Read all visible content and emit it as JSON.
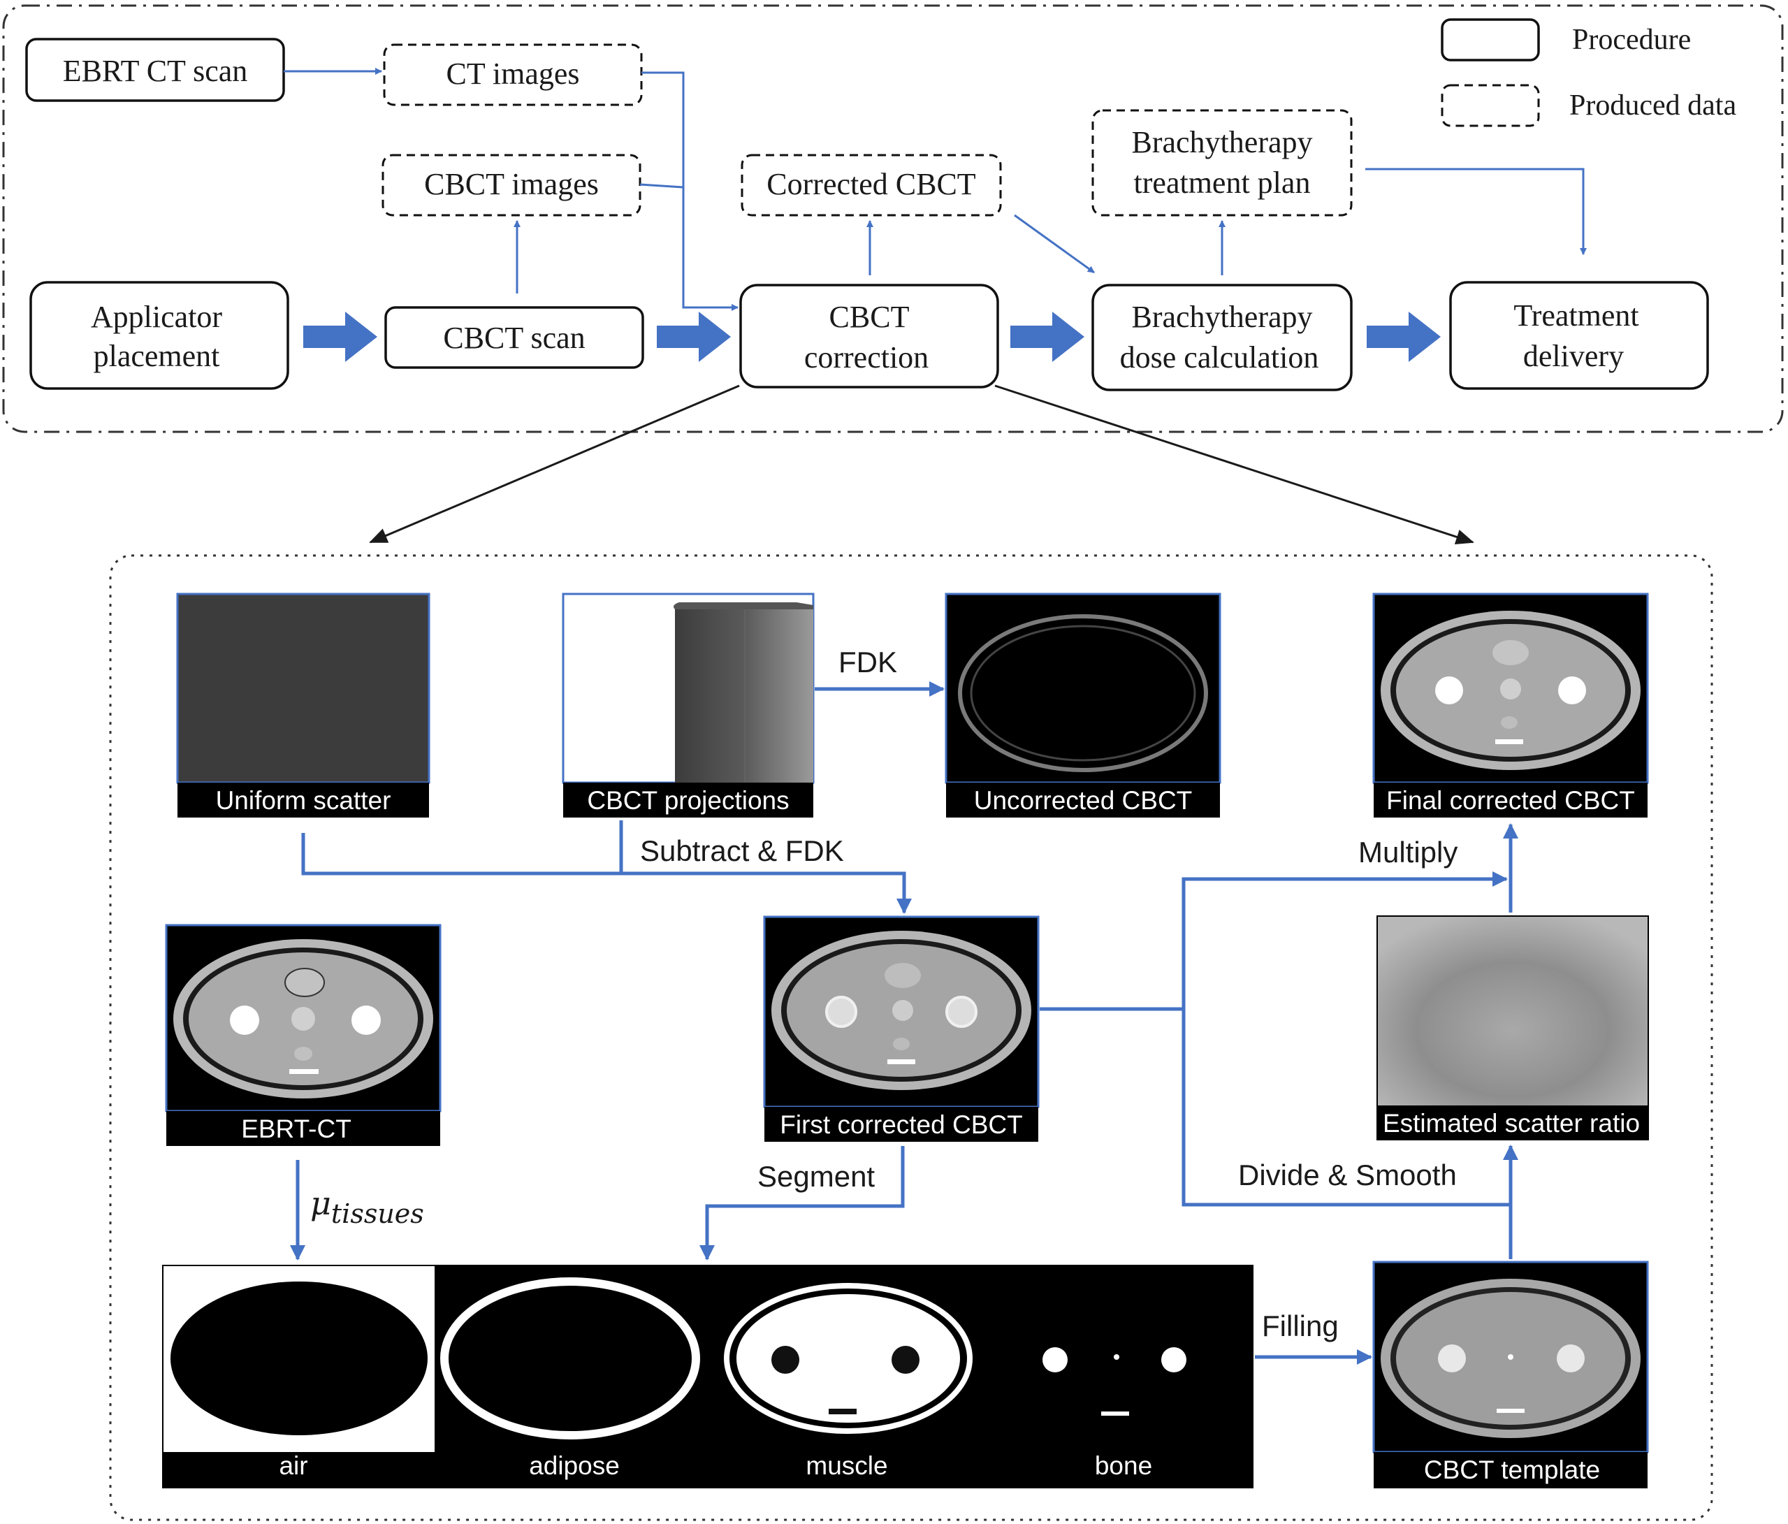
{
  "legend": {
    "procedure": "Procedure",
    "produced_data": "Produced data"
  },
  "workflow": {
    "ebrt_ct_scan": "EBRT CT scan",
    "ct_images": "CT images",
    "cbct_images": "CBCT images",
    "corrected_cbct": "Corrected CBCT",
    "brachy_plan_line1": "Brachytherapy",
    "brachy_plan_line2": "treatment plan",
    "applicator_line1": "Applicator",
    "applicator_line2": "placement",
    "cbct_scan": "CBCT scan",
    "cbct_correction_line1": "CBCT",
    "cbct_correction_line2": "correction",
    "dose_calc_line1": "Brachytherapy",
    "dose_calc_line2": "dose calculation",
    "treatment_line1": "Treatment",
    "treatment_line2": "delivery"
  },
  "correction": {
    "captions": {
      "uniform_scatter": "Uniform scatter",
      "cbct_projections": "CBCT projections",
      "uncorrected_cbct": "Uncorrected CBCT",
      "final_corrected_cbct": "Final corrected CBCT",
      "ebrt_ct": "EBRT-CT",
      "first_corrected_cbct": "First corrected CBCT",
      "estimated_scatter_ratio": "Estimated scatter ratio",
      "air": "air",
      "adipose": "adipose",
      "muscle": "muscle",
      "bone": "bone",
      "cbct_template": "CBCT template"
    },
    "arrows": {
      "fdk": "FDK",
      "subtract_fdk": "Subtract & FDK",
      "multiply": "Multiply",
      "segment": "Segment",
      "divide_smooth": "Divide & Smooth",
      "filling": "Filling",
      "mu_symbol": "μ",
      "mu_subscript": "tissues"
    }
  }
}
